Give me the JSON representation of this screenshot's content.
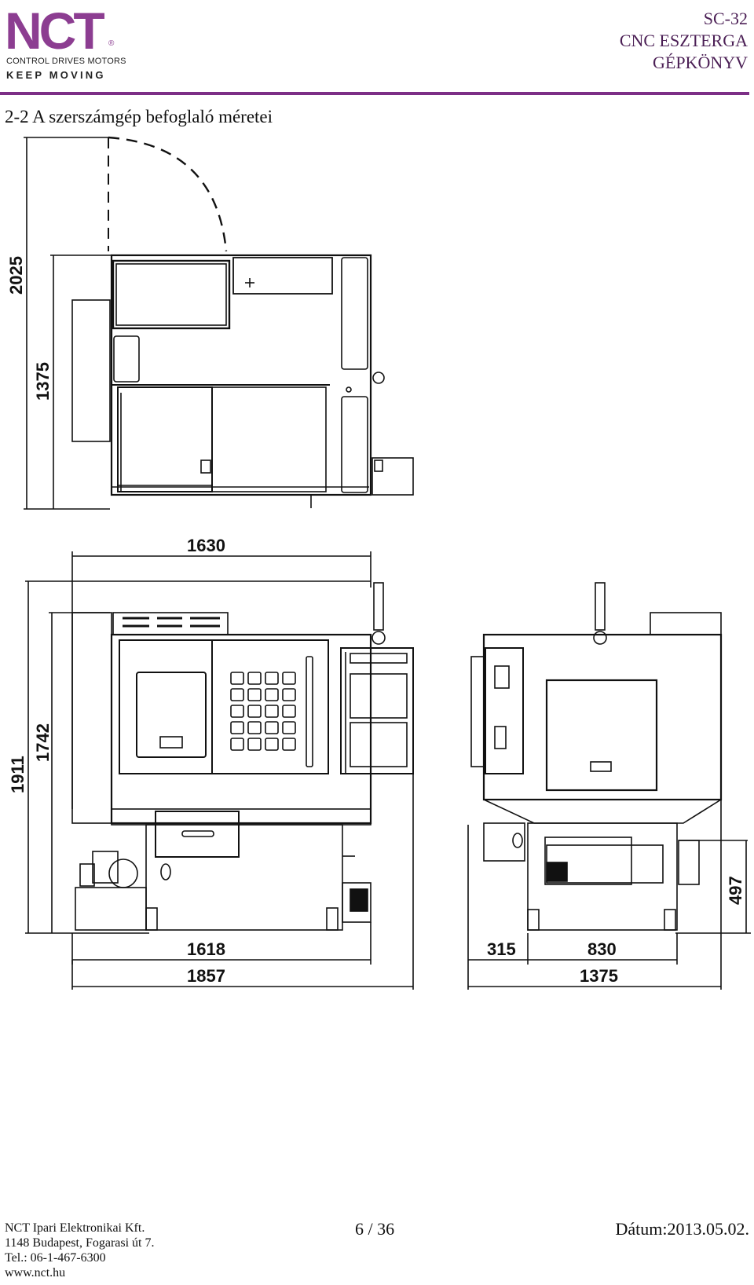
{
  "header": {
    "logo": {
      "letters": "NCT",
      "registered": "®",
      "tagline_1": "CONTROL DRIVES MOTORS",
      "tagline_2": "KEEP MOVING",
      "color": "#8c3d91"
    },
    "model": "SC-32",
    "product": "CNC ESZTERGA",
    "manual": "GÉPKÖNYV",
    "rule_color": "#7c2f86"
  },
  "section_title": "2-2 A szerszámgép befoglaló méretei",
  "drawing": {
    "top_view": {
      "dims": {
        "height_total": "2025",
        "height_inner": "1375"
      }
    },
    "front_view": {
      "dims": {
        "width_top": "1630",
        "height_total": "1911",
        "height_inner": "1742",
        "width_bottom_inner": "1618",
        "width_bottom_total": "1857"
      }
    },
    "side_view": {
      "dims": {
        "offset": "315",
        "base": "830",
        "width_total": "1375",
        "height_side": "497"
      }
    }
  },
  "footer": {
    "company": "NCT Ipari Elektronikai Kft.",
    "address": "1148 Budapest, Fogarasi út 7.",
    "phone": "Tel.: 06-1-467-6300",
    "web": "www.nct.hu",
    "page": "6 / 36",
    "date": "Dátum:2013.05.02."
  }
}
